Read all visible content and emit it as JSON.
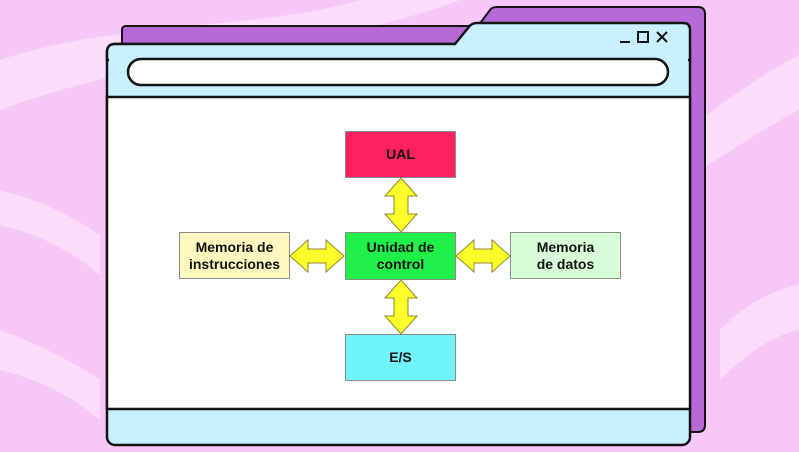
{
  "diagram": {
    "nodes": {
      "ual": {
        "label": "UAL",
        "color": "#ff2060"
      },
      "control": {
        "label": "Unidad de\ncontrol",
        "color": "#1ff04a"
      },
      "instr_mem": {
        "label": "Memoria de\ninstrucciones",
        "color": "#fff7c0"
      },
      "data_mem": {
        "label": "Memoria\nde datos",
        "color": "#d8fbd8"
      },
      "io": {
        "label": "E/S",
        "color": "#6ff4fb"
      }
    },
    "arrow_color": "#ffff2a"
  },
  "window": {
    "controls": [
      "minimize-icon",
      "maximize-icon",
      "close-icon"
    ],
    "frame_color": "#c8f0ff",
    "back_tab_color": "#b56ad8",
    "page_background": "#f7c8f7"
  }
}
